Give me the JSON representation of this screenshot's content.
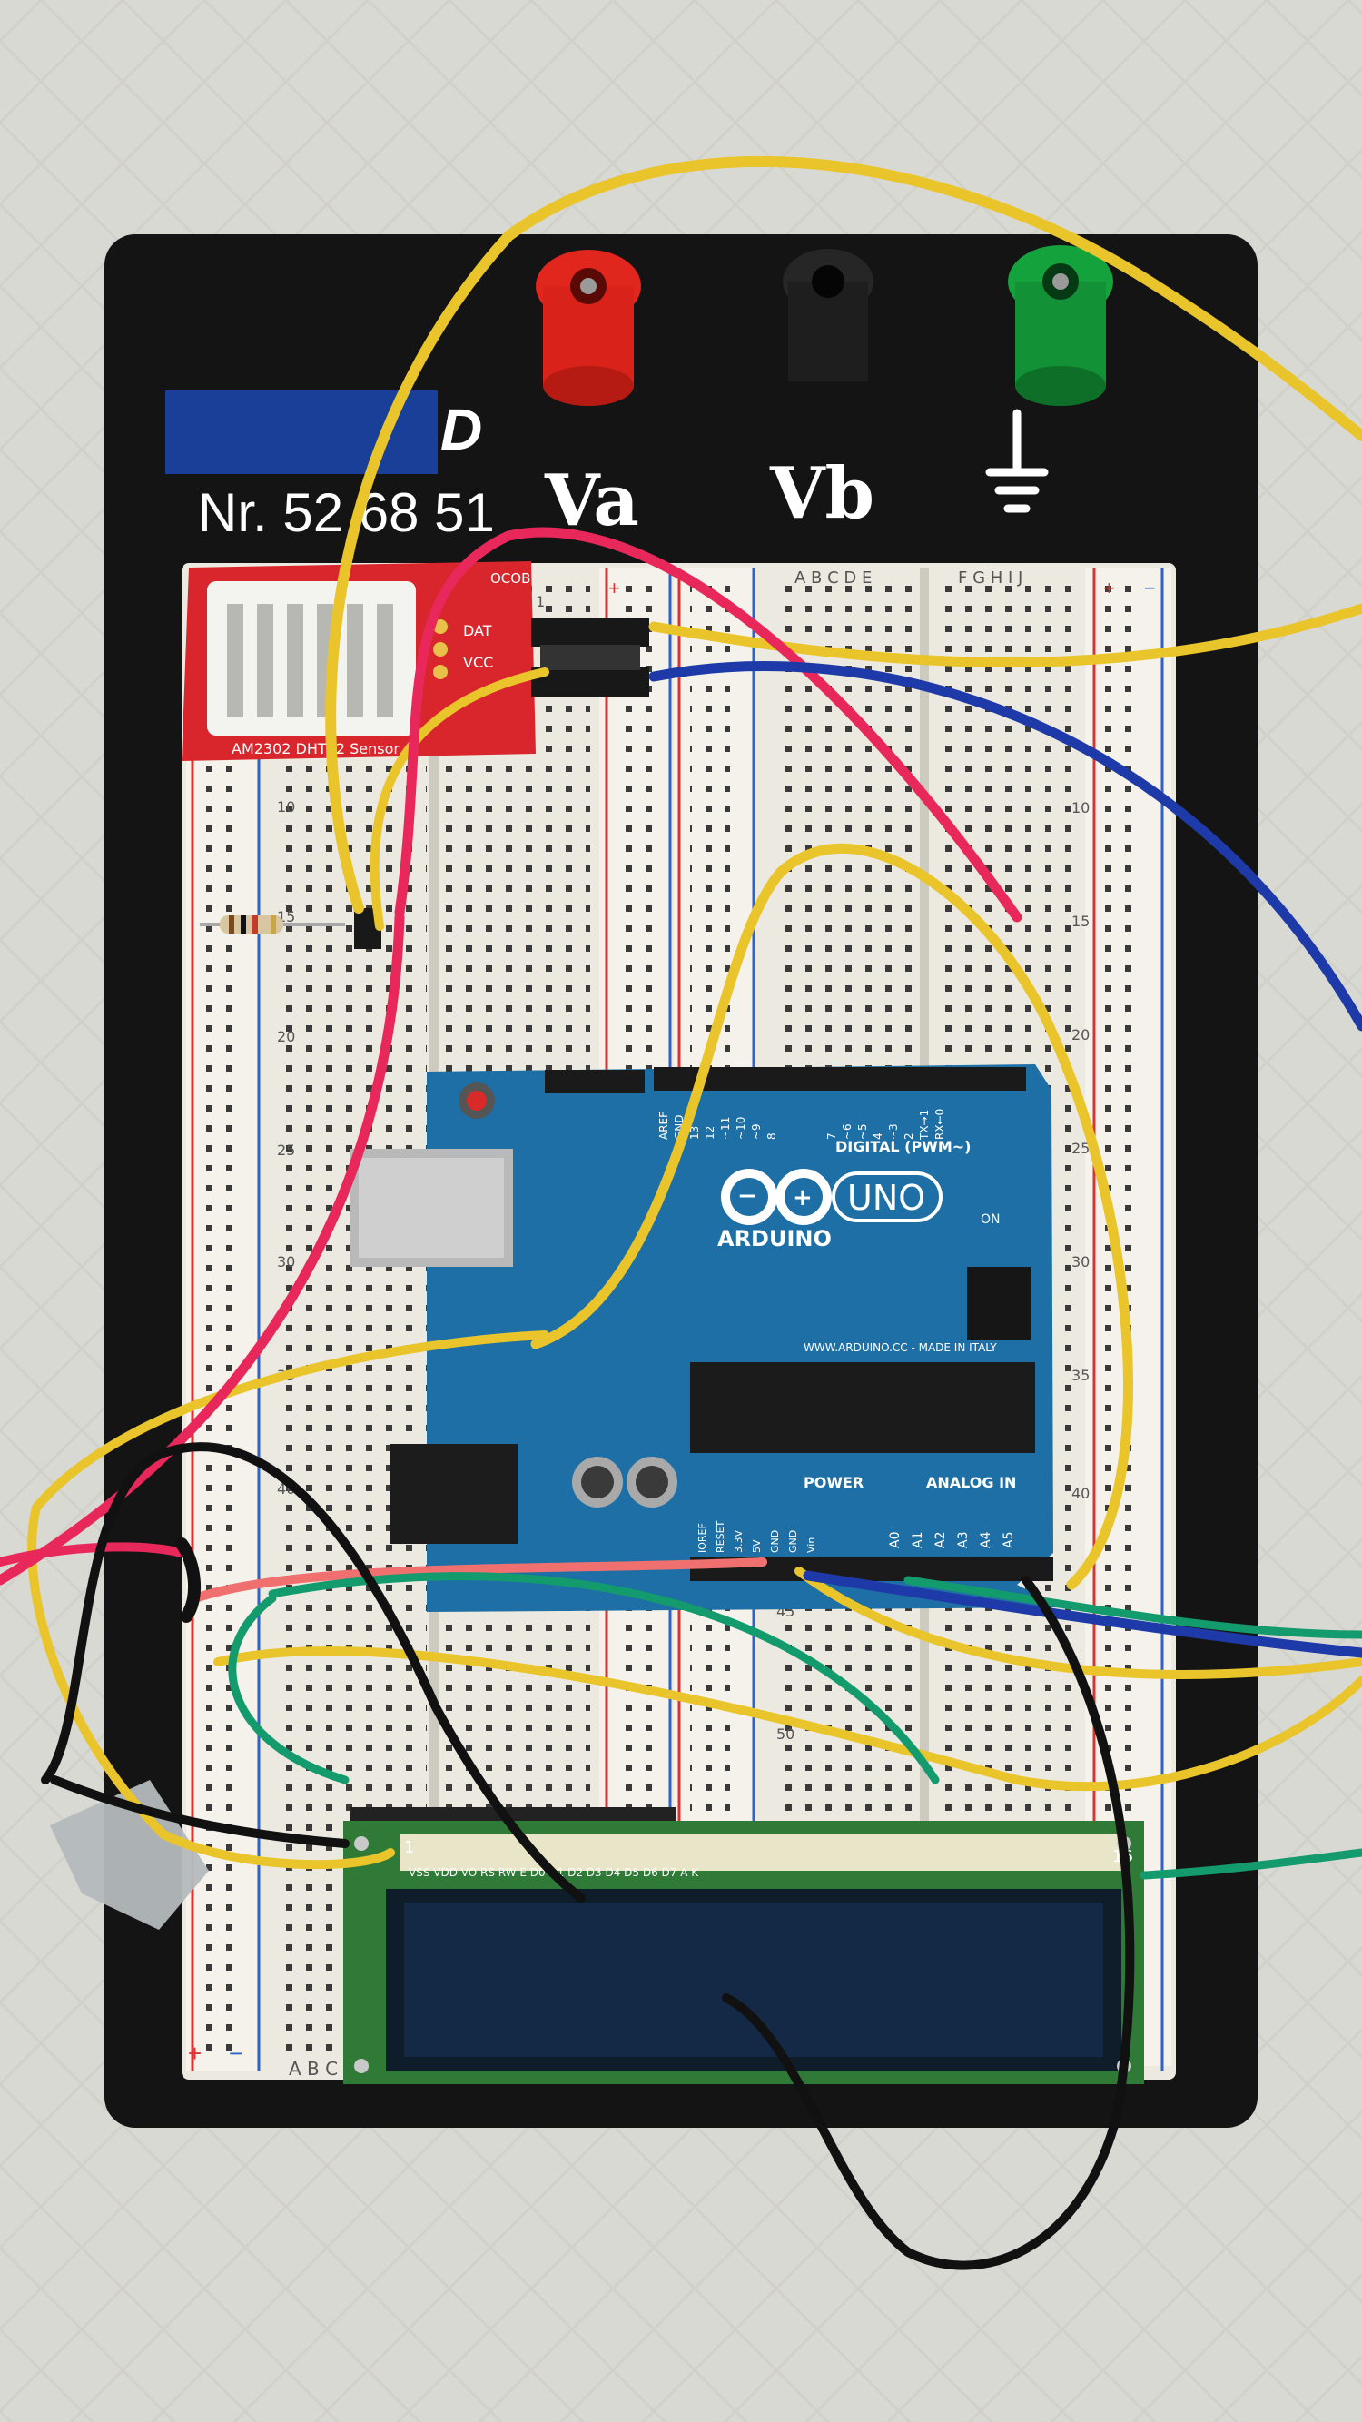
{
  "board": {
    "serial": "Nr. 52 68 51",
    "logo_letter": "D",
    "terminal_labels": [
      "Va",
      "Vb"
    ],
    "ground_symbol": "ground-icon"
  },
  "breadboard": {
    "column_letters_top": "A B C D E",
    "column_letters_top_right": "F G H I J",
    "column_letters_bottom": "A B C",
    "row_numbers": [
      "1",
      "10",
      "15",
      "20",
      "25",
      "30",
      "35",
      "40",
      "45",
      "50"
    ],
    "rail_plus": "+",
    "rail_minus": "−"
  },
  "sensor": {
    "model": "AM2302 DHT22 Sensor",
    "code": "OCOB",
    "pins": [
      "DAT",
      "VCC"
    ]
  },
  "arduino": {
    "brand": "ARDUINO",
    "model": "UNO",
    "digital_label": "DIGITAL (PWM~)",
    "power_label": "POWER",
    "analog_label": "ANALOG IN",
    "website": "WWW.ARDUINO.CC - MADE IN ITALY",
    "on_label": "ON",
    "pins_top": [
      "AREF",
      "GND",
      "13",
      "12",
      "~11",
      "~10",
      "~9",
      "8",
      "7",
      "~6",
      "~5",
      "4",
      "~3",
      "2",
      "TX→1",
      "RX←0"
    ],
    "pins_power": [
      "IOREF",
      "RESET",
      "3.3V",
      "5V",
      "GND",
      "GND",
      "Vin"
    ],
    "pins_analog": [
      "A0",
      "A1",
      "A2",
      "A3",
      "A4",
      "A5"
    ]
  },
  "lcd": {
    "pin_start": "1",
    "pin_end": "16",
    "pin_labels": "VSS VDD VO RS RW E D0 D1 D2 D3 D4 D5 D6 D7 A K"
  },
  "colors": {
    "background": "#d9d9d3",
    "board_black": "#141414",
    "breadboard": "#ece9e0",
    "arduino_blue": "#1d6fa5",
    "wire_yellow": "#e9c52b",
    "wire_red": "#e8285a",
    "wire_blue": "#1e3aa8",
    "wire_green": "#139b6e",
    "wire_black": "#111111",
    "sensor_red": "#d8262c",
    "terminal_red": "#e0261d",
    "terminal_green": "#14a23c",
    "lcd_green": "#2f7a36"
  }
}
